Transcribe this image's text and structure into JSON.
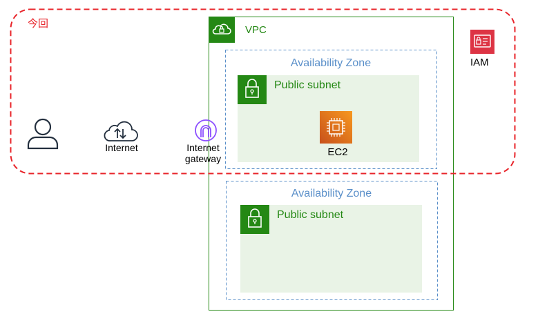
{
  "scope": {
    "label": "今回",
    "color": "#e8242a"
  },
  "vpc": {
    "label": "VPC",
    "color": "#248814"
  },
  "availability_zones": [
    {
      "label": "Availability Zone"
    },
    {
      "label": "Availability Zone"
    }
  ],
  "subnets": [
    {
      "label": "Public subnet"
    },
    {
      "label": "Public subnet"
    }
  ],
  "nodes": {
    "user": {
      "icon": "user-icon"
    },
    "internet": {
      "label": "Internet",
      "icon": "cloud-icon"
    },
    "internet_gateway": {
      "line1": "Internet",
      "line2": "gateway",
      "icon": "internet-gateway-icon"
    },
    "ec2": {
      "label": "EC2",
      "icon": "ec2-icon"
    },
    "iam": {
      "label": "IAM",
      "icon": "iam-icon"
    }
  },
  "colors": {
    "vpc_border": "#248814",
    "az_border": "#5a8fc9",
    "subnet_fill": "#e9f3e6",
    "ec2_orange": "#e8761a",
    "iam_red": "#dd3444",
    "igw_purple": "#8c4fff"
  }
}
